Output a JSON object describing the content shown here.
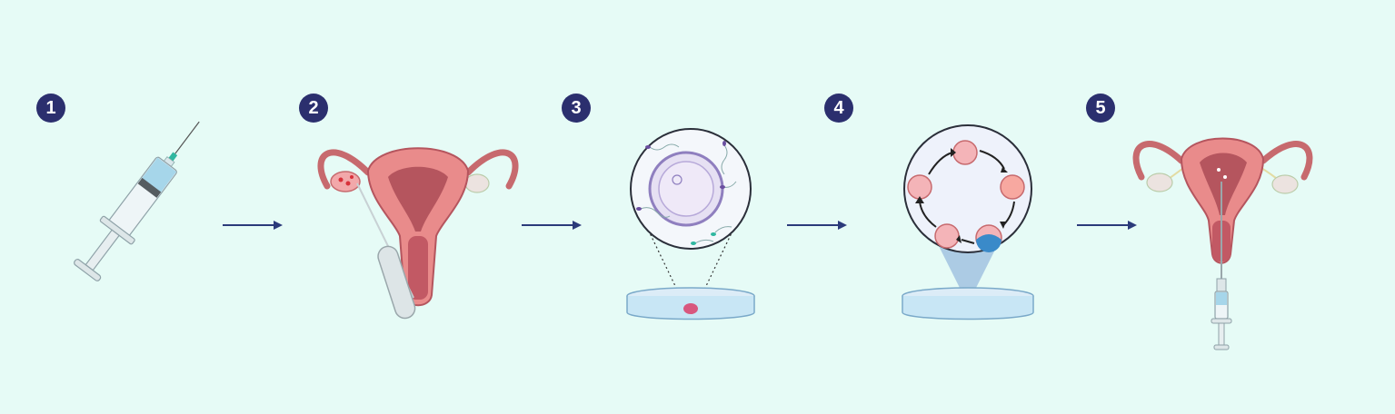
{
  "steps": [
    {
      "number": "1",
      "icon": "syringe-icon"
    },
    {
      "number": "2",
      "icon": "uterus-egg-retrieval-icon"
    },
    {
      "number": "3",
      "icon": "petri-dish-fertilization-icon"
    },
    {
      "number": "4",
      "icon": "petri-dish-embryo-development-icon"
    },
    {
      "number": "5",
      "icon": "uterus-embryo-transfer-icon"
    }
  ],
  "colors": {
    "background": "#e6fbf6",
    "badge": "#2b2f6e",
    "arrow": "#2b3a7a",
    "tissue": "#e98b8b",
    "tissue_dark": "#b5555e",
    "syringe_blue": "#a6d6ea",
    "dish": "#c8e6f5"
  }
}
